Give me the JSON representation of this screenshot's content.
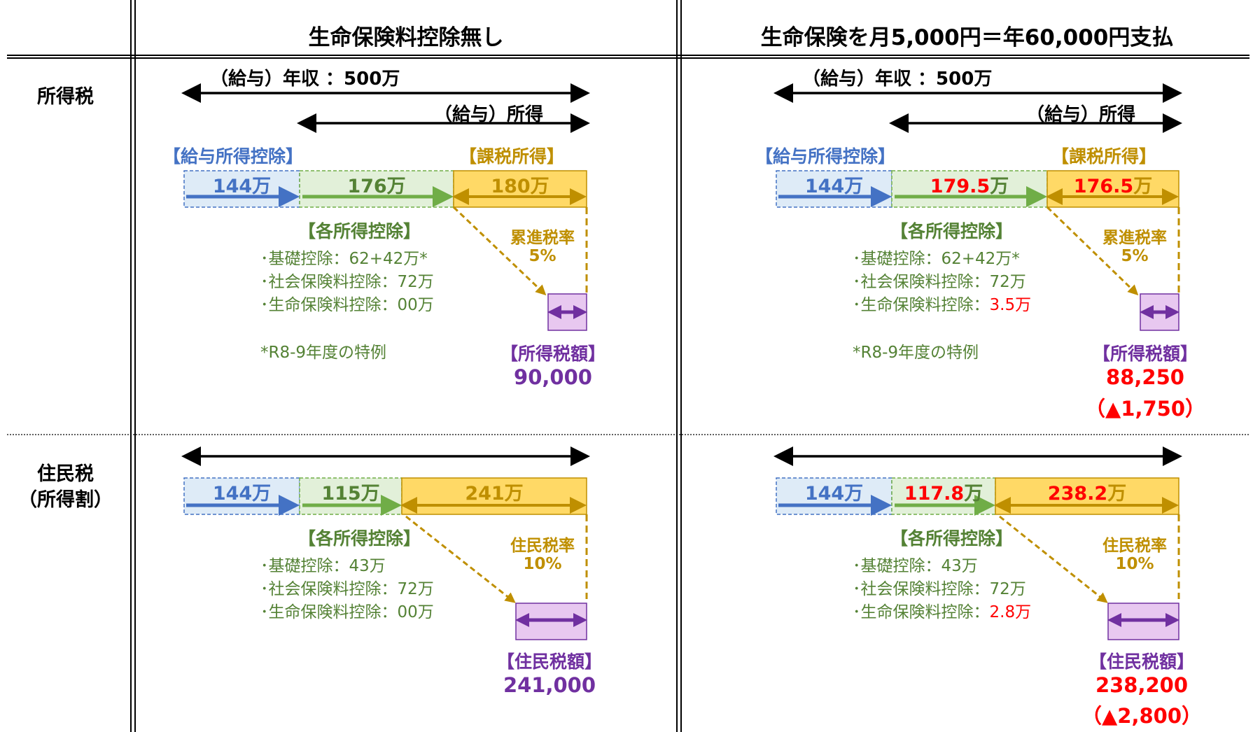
{
  "headers": {
    "col1": "生命保険料控除無し",
    "col2": "生命保険を月5,000円＝年60,000円支払"
  },
  "rows": {
    "income_tax": "所得税",
    "resident_tax_line1": "住民税",
    "resident_tax_line2": "（所得割）"
  },
  "common": {
    "annual_income": "（給与）年収 ：500万",
    "income": "（給与）所得",
    "salary_deduction": "【給与所得控除】",
    "taxable_income": "【課税所得】",
    "each_deduction": "【各所得控除】",
    "progressive_rate_label": "累進税率",
    "progressive_rate": "5%",
    "resident_rate_label": "住民税率",
    "resident_rate": "10%",
    "special_note": "*R8-9年度の特例",
    "income_tax_amount_label": "【所得税額】",
    "resident_tax_amount_label": "【住民税額】"
  },
  "col1": {
    "it_seg1": "144万",
    "it_seg2": "176万",
    "it_seg3": "180万",
    "it_item1": "･基礎控除：62+42万*",
    "it_item2": "･社会保険料控除：72万",
    "it_item3": "･生命保険料控除：00万",
    "it_tax": "90,000",
    "rt_seg1": "144万",
    "rt_seg2": "115万",
    "rt_seg3": "241万",
    "rt_item1": "･基礎控除：43万",
    "rt_item2": "･社会保険料控除：72万",
    "rt_item3": "･生命保険料控除：00万",
    "rt_tax": "241,000"
  },
  "col2": {
    "it_seg1": "144万",
    "it_seg2_num": "179.5",
    "it_seg2_unit": "万",
    "it_seg3_num": "176.5",
    "it_seg3_unit": "万",
    "it_item1": "･基礎控除：62+42万*",
    "it_item2": "･社会保険料控除：72万",
    "it_item3_prefix": "･生命保険料控除：",
    "it_item3_value": "3.5万",
    "it_tax": "88,250",
    "it_diff": "（▲1,750）",
    "rt_seg1": "144万",
    "rt_seg2_num": "117.8",
    "rt_seg2_unit": "万",
    "rt_seg3_num": "238.2",
    "rt_seg3_unit": "万",
    "rt_item1": "･基礎控除：43万",
    "rt_item2": "･社会保険料控除：72万",
    "rt_item3_prefix": "･生命保険料控除：",
    "rt_item3_value": "2.8万",
    "rt_tax": "238,200",
    "rt_diff": "（▲2,800）"
  },
  "colors": {
    "blue": "#4472C4",
    "green": "#548235",
    "gold": "#BF8F00",
    "purple": "#7030A0",
    "red": "#FF0000",
    "blue_fill": "#DEEBF7",
    "green_fill": "#E2F0D9",
    "gold_fill": "#FFD966",
    "purple_fill": "#E8C8F0"
  }
}
